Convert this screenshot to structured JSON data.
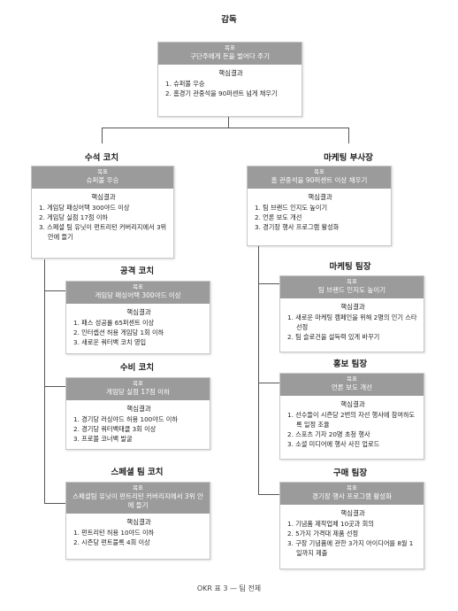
{
  "nodes": {
    "director": {
      "role": "감독",
      "objective_label": "목표",
      "objective": "구단주에게 돈을 벌어다 주기",
      "kr_title": "핵심결과",
      "krs": [
        "1. 슈퍼볼 우승",
        "2. 홈경기 관중석을 90퍼센트 넘게 채우기"
      ]
    },
    "head_coach": {
      "role": "수석 코치",
      "objective_label": "목표",
      "objective": "슈퍼볼 우승",
      "kr_title": "핵심결과",
      "krs": [
        "1. 게임당 패싱어택 300야드 이상",
        "2. 게임당 실점 17점 이하",
        "3. 스페셜 팀 유닛이 펀트리턴 커버리지에서 3위 안에 들기"
      ]
    },
    "marketing_vp": {
      "role": "마케팅 부사장",
      "objective_label": "목표",
      "objective": "홈 관중석을 90퍼센트 이상 채우기",
      "kr_title": "핵심결과",
      "krs": [
        "1. 팀 브랜드 인지도 높이기",
        "2. 언론 보도 개선",
        "3. 경기장 행사 프로그램 활성화"
      ]
    },
    "offense_coach": {
      "role": "공격 코치",
      "objective_label": "목표",
      "objective": "게임당 패싱어택 300야드 이상",
      "kr_title": "핵심결과",
      "krs": [
        "1. 패스 성공률 65퍼센트 이상",
        "2. 인터셉션 허용 게임당 1회 이하",
        "3. 새로운 쿼터백 코치 영입"
      ]
    },
    "defense_coach": {
      "role": "수비 코치",
      "objective_label": "목표",
      "objective": "게임당 실점 17점 이하",
      "kr_title": "핵심결과",
      "krs": [
        "1. 경기당 러싱야드 허용 100야드 이하",
        "2. 경기당 쿼터백태클 3회 이상",
        "3. 프로볼 코너백 발굴"
      ]
    },
    "special_coach": {
      "role": "스페셜 팀 코치",
      "objective_label": "목표",
      "objective": "스페셜팀 유닛이 펀트리턴 커버리지에서 3위 안에 들기",
      "kr_title": "핵심결과",
      "krs": [
        "1. 펀트리턴 허용 10야드 이하",
        "2. 시즌당 펀트블록 4회 이상"
      ]
    },
    "marketing_lead": {
      "role": "마케팅 팀장",
      "objective_label": "목표",
      "objective": "팀 브랜드 인지도 높이기",
      "kr_title": "핵심결과",
      "krs": [
        "1. 새로운 마케팅 캠페인을 위해 2명의 인기 스타 선정",
        "2. 팀 슬로건을 설득력 있게 바꾸기"
      ]
    },
    "pr_lead": {
      "role": "홍보 팀장",
      "objective_label": "목표",
      "objective": "언론 보도 개선",
      "kr_title": "핵심결과",
      "krs": [
        "1. 선수들이 시즌당 2번의 자선 행사에 참여하도록 일정 조율",
        "2. 스포츠 기자 20명 초청 행사",
        "3. 소셜 미디어에 행사 사진 업로드"
      ]
    },
    "purchasing_lead": {
      "role": "구매 팀장",
      "objective_label": "목표",
      "objective": "경기장 행사 프로그램 활성화",
      "kr_title": "핵심결과",
      "krs": [
        "1. 기념품 제작업체 10곳과 회의",
        "2. 5가지 가격대 제품 선정",
        "3. 구장 기념품에 관한 3가지 아이디어를 8월 1일까지 제출"
      ]
    }
  },
  "caption": "OKR 표 3 — 팀 전체"
}
